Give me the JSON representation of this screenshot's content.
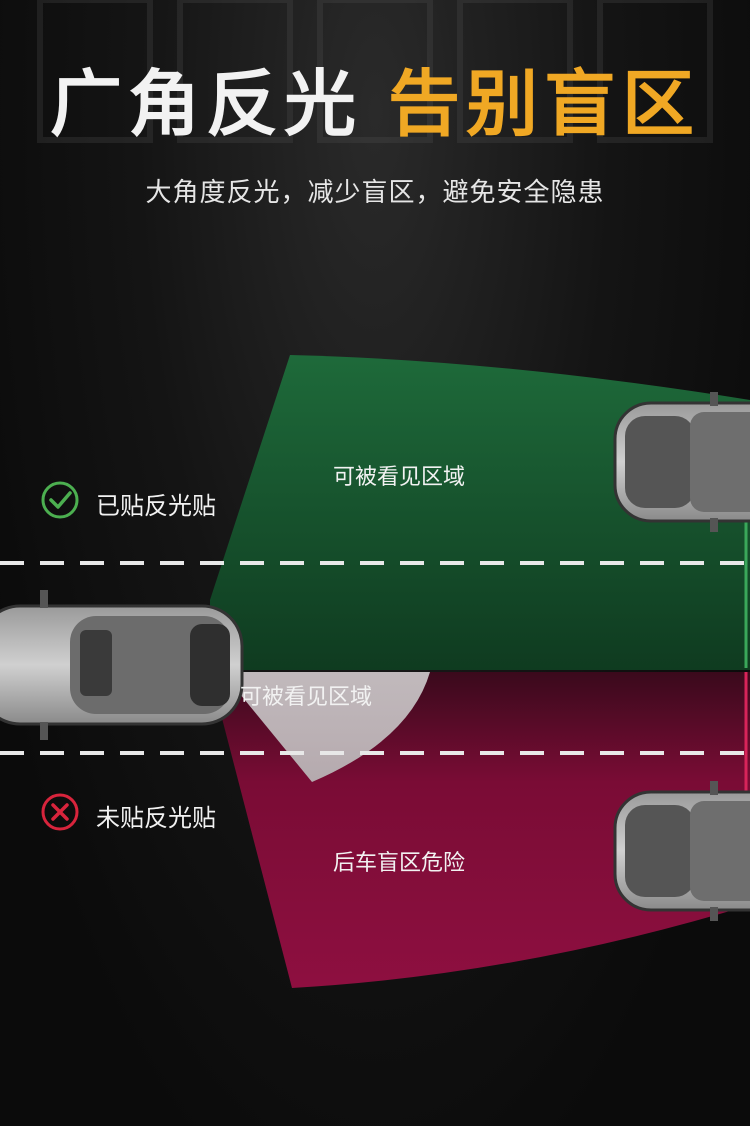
{
  "title": {
    "part1": "广角反光",
    "part2": "告别盲区"
  },
  "subtitle": "大角度反光，减少盲区，避免安全隐患",
  "labels": {
    "with_sticker": "已贴反光贴",
    "without_sticker": "未贴反光贴",
    "visible_zone_top": "可被看见区域",
    "visible_zone_small": "可被看见区域",
    "blind_zone": "后车盲区危险"
  },
  "colors": {
    "gold": "#f0a824",
    "green_zone": "#1f6b3a",
    "red_zone": "#8a0d3c",
    "check": "#4caf50",
    "cross": "#d8243c"
  },
  "icons": {
    "check": "check-circle-icon",
    "cross": "cross-circle-icon"
  }
}
